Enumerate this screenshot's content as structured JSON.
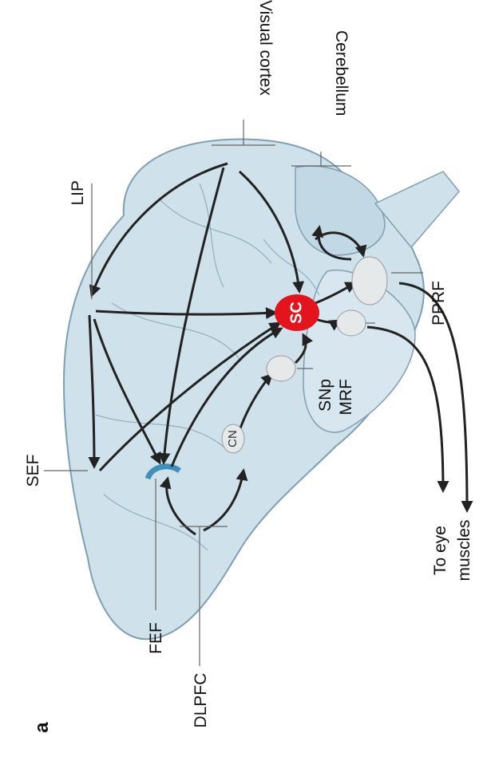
{
  "figure_letter": "a",
  "labels": {
    "visual_cortex": "Visual cortex",
    "cerebellum": "Cerebellum",
    "lip": "LIP",
    "sef": "SEF",
    "fef": "FEF",
    "dlpfc": "DLPFC",
    "pprf": "PPRF",
    "snp": "SNp",
    "mrf": "MRF",
    "to_eye_muscles_1": "To eye",
    "to_eye_muscles_2": "muscles"
  },
  "nodes": {
    "sc": "SC",
    "cn": "CN"
  },
  "colors": {
    "brain_fill": "#cfe2ec",
    "brain_stroke": "#7f9fb0",
    "sc_fill": "#e3141b",
    "node_fill": "#e6e9ea",
    "fef_band": "#3f8fb8",
    "arrow": "#222222"
  }
}
